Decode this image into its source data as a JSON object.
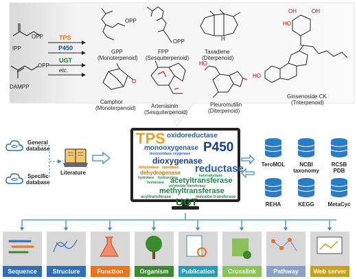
{
  "precursors": {
    "ipp": "IPP",
    "dampp": "DAMPP",
    "opp1": "OPP",
    "opp2": "OPP"
  },
  "enzymes": {
    "tps": "TPS",
    "p450": "P450",
    "ugt": "UGT",
    "etc": "etc.",
    "colors": {
      "tps": "#e8741e",
      "p450": "#1a4fa0",
      "ugt": "#1a7a2e"
    }
  },
  "compounds": [
    {
      "name": "GPP",
      "class": "(Monoterpenoid)"
    },
    {
      "name": "FPP",
      "class": "(Sesquiterpenoid)"
    },
    {
      "name": "Taxadiene",
      "class": "(Diterpenoid)"
    },
    {
      "name": "Camphor",
      "class": "(Monoterpenoid)"
    },
    {
      "name": "Artemisinin",
      "class": "(Sesquiterpenoid)"
    },
    {
      "name": "Pleuromutilin",
      "class": "(Diterpenoid)"
    },
    {
      "name": "Ginsenoside CK",
      "class": "(Triterpenoid)"
    }
  ],
  "structure_labels": {
    "opp": "OPP",
    "h": "H",
    "o": "O",
    "oh": "OH",
    "ho": "HO"
  },
  "sources": {
    "general": [
      "General",
      "database"
    ],
    "specific": [
      "Specific",
      "database"
    ],
    "literature": "Literature"
  },
  "wordcloud": [
    {
      "text": "TPS",
      "color": "#f0a020"
    },
    {
      "text": "oxidoreductase",
      "color": "#2a5caa"
    },
    {
      "text": "monooxygenase",
      "color": "#2a5caa"
    },
    {
      "text": "P450",
      "color": "#1a3f8a"
    },
    {
      "text": "monooxidase oxygenase",
      "color": "#2a5caa"
    },
    {
      "text": "dioxygenase",
      "color": "#1a3f8a"
    },
    {
      "text": "dehydratase",
      "color": "#c47a1a"
    },
    {
      "text": "epoxidase",
      "color": "#c47a1a"
    },
    {
      "text": "dehydrogenase",
      "color": "#c47a1a"
    },
    {
      "text": "reductase",
      "color": "#2a5caa"
    },
    {
      "text": "hydrolase",
      "color": "#1e8a4a"
    },
    {
      "text": "hydroxylase",
      "color": "#1e8a4a"
    },
    {
      "text": "ketoreductase",
      "color": "#1e8a4a"
    },
    {
      "text": "acetyltransferase",
      "color": "#1e8a4a"
    },
    {
      "text": "isomerase",
      "color": "#1e8a4a"
    },
    {
      "text": "polyketide transferase",
      "color": "#1e8a4a"
    },
    {
      "text": "methyltransferase",
      "color": "#1e8a4a"
    },
    {
      "text": "acyltransferase",
      "color": "#1e8a4a"
    },
    {
      "text": "mevalon transferase",
      "color": "#1e8a4a"
    },
    {
      "text": "UGT",
      "color": "#1a7a2e"
    }
  ],
  "databases": [
    {
      "label": [
        "TeroMOL"
      ]
    },
    {
      "label": [
        "NCBI",
        "taxonomy"
      ]
    },
    {
      "label": [
        "RCSB",
        "PDB"
      ]
    },
    {
      "label": [
        "REHA"
      ]
    },
    {
      "label": [
        "KEGG"
      ]
    },
    {
      "label": [
        "MetaCyc"
      ]
    }
  ],
  "categories": [
    {
      "label": "Sequence",
      "color": "#2f6fb5"
    },
    {
      "label": "Structure",
      "color": "#2f6fb5"
    },
    {
      "label": "Function",
      "color": "#e8741e"
    },
    {
      "label": "Organism",
      "color": "#3a8a2e"
    },
    {
      "label": "Publication",
      "color": "#2a9ab5"
    },
    {
      "label": "Crosslink",
      "color": "#8ac25a"
    },
    {
      "label": "Pathway",
      "color": "#8aa0c8"
    },
    {
      "label": "Web server",
      "color": "#c8a020"
    }
  ]
}
